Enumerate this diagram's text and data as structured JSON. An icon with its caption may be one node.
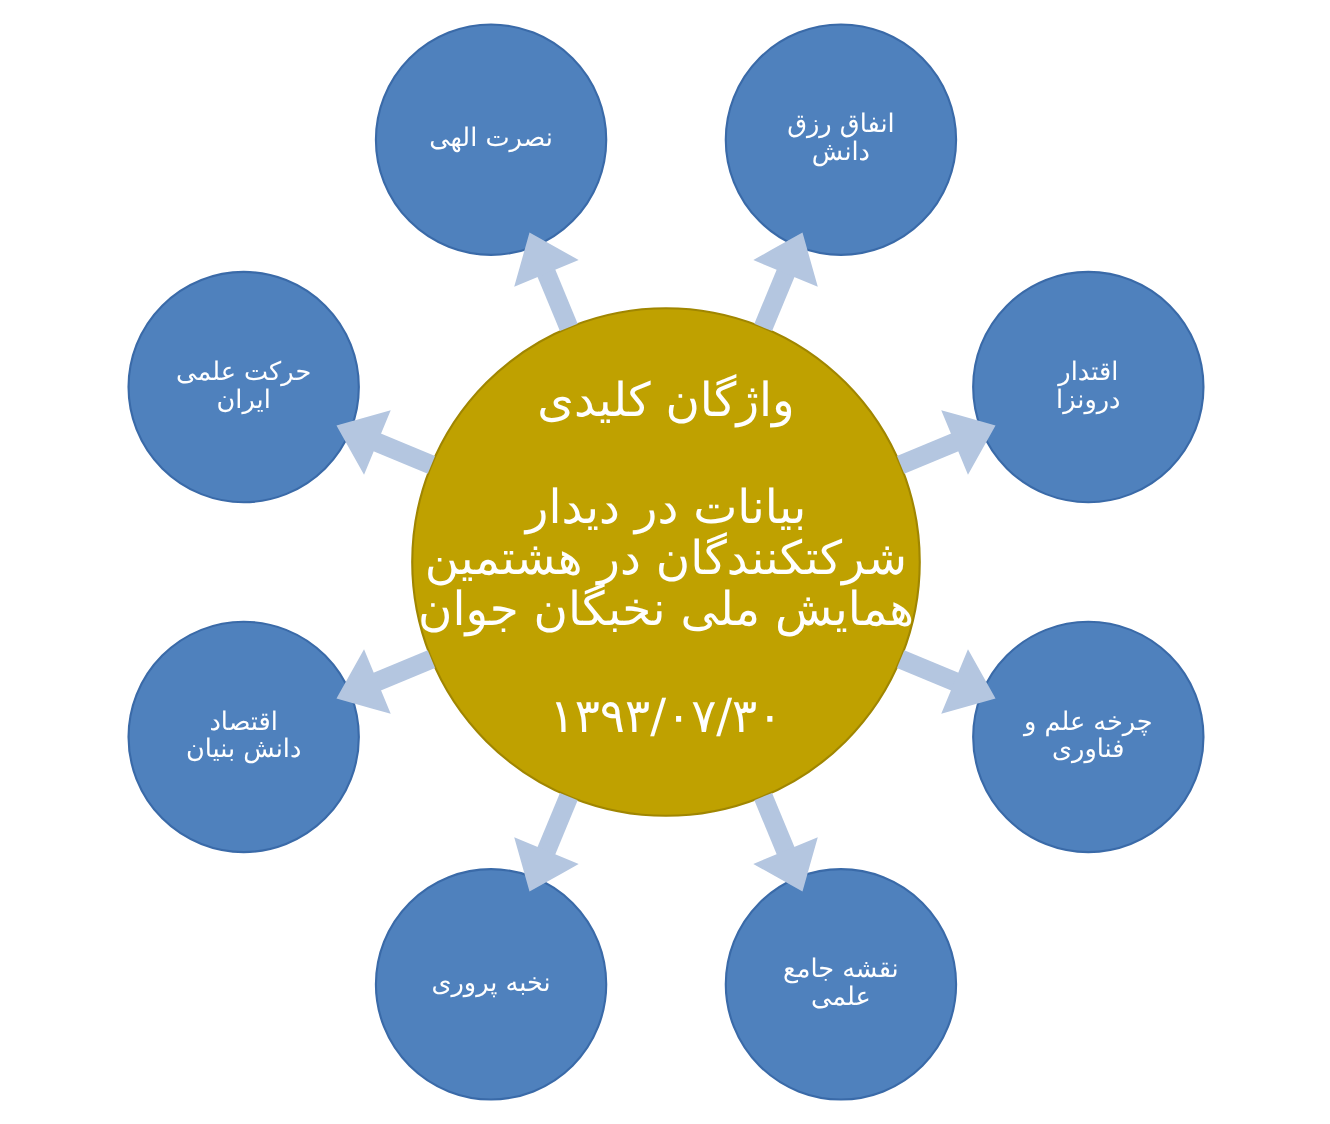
{
  "diagram": {
    "nodes": [
      {
        "text": [
          "واژگان کلیدی",
          "بیانات در دیدار شرکتکنندگان در هشتمین همایش ملی نخبگان جوان",
          "۱۳۹۳/۰۷/۳۰"
        ]
      },
      {
        "text": [
          "اقتدار درونزا"
        ]
      },
      {
        "text": [
          "انفاق رزق دانش"
        ]
      },
      {
        "text": [
          "نصرت الهی"
        ]
      },
      {
        "text": [
          "حرکت علمی ایران"
        ]
      },
      {
        "text": [
          "اقتصاد دانش بنیان"
        ]
      },
      {
        "text": [
          "نخبه پروری"
        ]
      },
      {
        "text": [
          "نقشه جامع علمی"
        ]
      },
      {
        "text": [
          "چرخه علم و فناوری"
        ]
      }
    ],
    "edges": [
      {
        "from": 0,
        "to": 1,
        "arrow": "to"
      },
      {
        "from": 0,
        "to": 2,
        "arrow": "to"
      },
      {
        "from": 0,
        "to": 3,
        "arrow": "to"
      },
      {
        "from": 0,
        "to": 4,
        "arrow": "to"
      },
      {
        "from": 0,
        "to": 5,
        "arrow": "to"
      },
      {
        "from": 0,
        "to": 6,
        "arrow": "to"
      },
      {
        "from": 0,
        "to": 7,
        "arrow": "to"
      },
      {
        "from": 0,
        "to": 8,
        "arrow": "to"
      }
    ]
  }
}
